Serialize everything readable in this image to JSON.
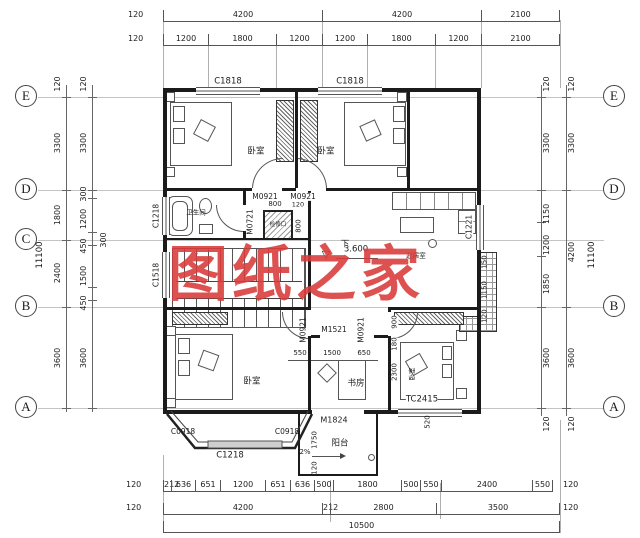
{
  "watermark": "图纸之家",
  "watermark_color": "#d93a3a",
  "axes": {
    "left": [
      "E",
      "D",
      "C",
      "B",
      "A"
    ],
    "right": [
      "E",
      "D",
      "B",
      "A"
    ]
  },
  "dims": {
    "top_row1": [
      "120",
      "4200",
      "4200",
      "2100"
    ],
    "top_row2": [
      "120",
      "1200",
      "1800",
      "1200",
      "1200",
      "1800",
      "1200",
      "2100"
    ],
    "bottom_row1": [
      "120",
      "212",
      "636",
      "651",
      "1200",
      "651",
      "636",
      "500",
      "1800",
      "500",
      "550",
      "2400",
      "550",
      "120"
    ],
    "bottom_row2": [
      "120",
      "4200",
      "212",
      "2800",
      "3500",
      "120"
    ],
    "bottom_total": "10500",
    "left_total": "11100",
    "left_mid": [
      "120",
      "3300",
      "1800",
      "2400",
      "3600"
    ],
    "left_inner": [
      "120",
      "3300",
      "300",
      "1200",
      "450",
      "1500",
      "450",
      "3600"
    ],
    "left_extra": "300",
    "right_total": "11100",
    "right_mid": [
      "120",
      "3300",
      "4200",
      "3600",
      "120"
    ],
    "right_inner": [
      "120",
      "3300",
      "1150",
      "1200",
      "1850",
      "3600",
      "120"
    ]
  },
  "openings": {
    "c1818_a": "C1818",
    "c1818_b": "C1818",
    "m0921_a": "M0921",
    "m0921_b": "M0921",
    "m0721": "M0721",
    "c1218_left": "C1218",
    "c1518_left": "C1518",
    "c1221": "C1221",
    "m1521": "M1521",
    "m0921_c": "M0921",
    "m0921_d": "M0921",
    "tc2415": "TC2415",
    "c0918_a": "C0918",
    "c0918_b": "C0918",
    "c1218_bay": "C1218",
    "m1824": "M1824"
  },
  "rooms": {
    "bedroom_tl": "卧室",
    "bedroom_tr": "卧室",
    "bathroom": "卫生间",
    "living": "起居室",
    "bedroom_bl": "卧室",
    "study": "书房",
    "bedroom_br": "卧室",
    "balcony": "阳台",
    "hatch_room": "检修口",
    "stairs_down": "下"
  },
  "notes": {
    "level": "3.600",
    "slope": "2%",
    "hatch_w": "800",
    "hatch_t": "120",
    "hatch_h": "800",
    "study_d1": "550",
    "study_d2": "1500",
    "study_d3": "650",
    "side_d1": "900",
    "side_d2": "180",
    "side_d3": "2300",
    "balcony_depth": "1750",
    "balcony_edge": "120",
    "br_bottom": "520",
    "rail_d1": "150",
    "rail_d2": "1150",
    "rail_d3": "120"
  }
}
